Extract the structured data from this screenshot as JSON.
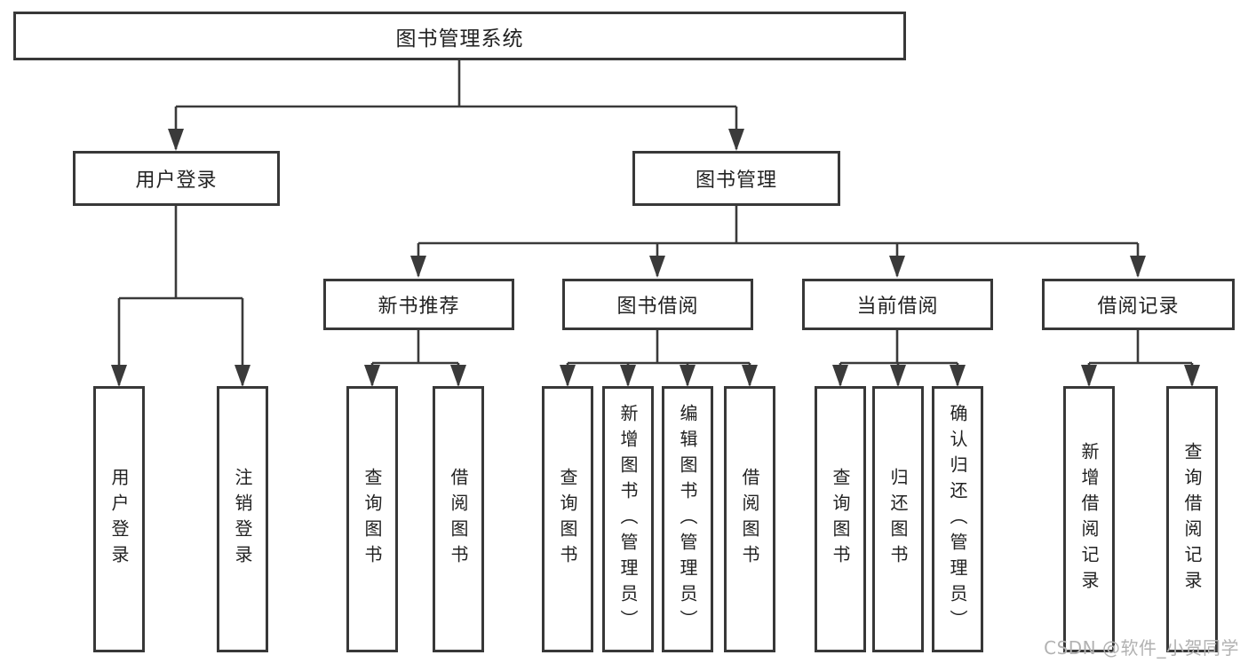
{
  "nodes": {
    "root": "图书管理系统",
    "level2": {
      "user": "用户登录",
      "book": "图书管理"
    },
    "level3": {
      "new_books": "新书推荐",
      "borrowing": "图书借阅",
      "current": "当前借阅",
      "records": "借阅记录"
    },
    "leaves": {
      "user": [
        "用户登录",
        "注销登录"
      ],
      "new_books": [
        "查询图书",
        "借阅图书"
      ],
      "borrowing": [
        "查询图书",
        "新增图书（管理员）",
        "编辑图书（管理员）",
        "借阅图书"
      ],
      "current": [
        "查询图书",
        "归还图书",
        "确认归还（管理员）"
      ],
      "records": [
        "新增借阅记录",
        "查询借阅记录"
      ]
    }
  },
  "watermark": {
    "text": "CSDN @软件_小贺同学"
  },
  "colors": {
    "line": "#3a3a3a",
    "node_border": "#383838",
    "text": "#222222",
    "background": "#ffffff",
    "watermark": "#b2b2b2"
  }
}
